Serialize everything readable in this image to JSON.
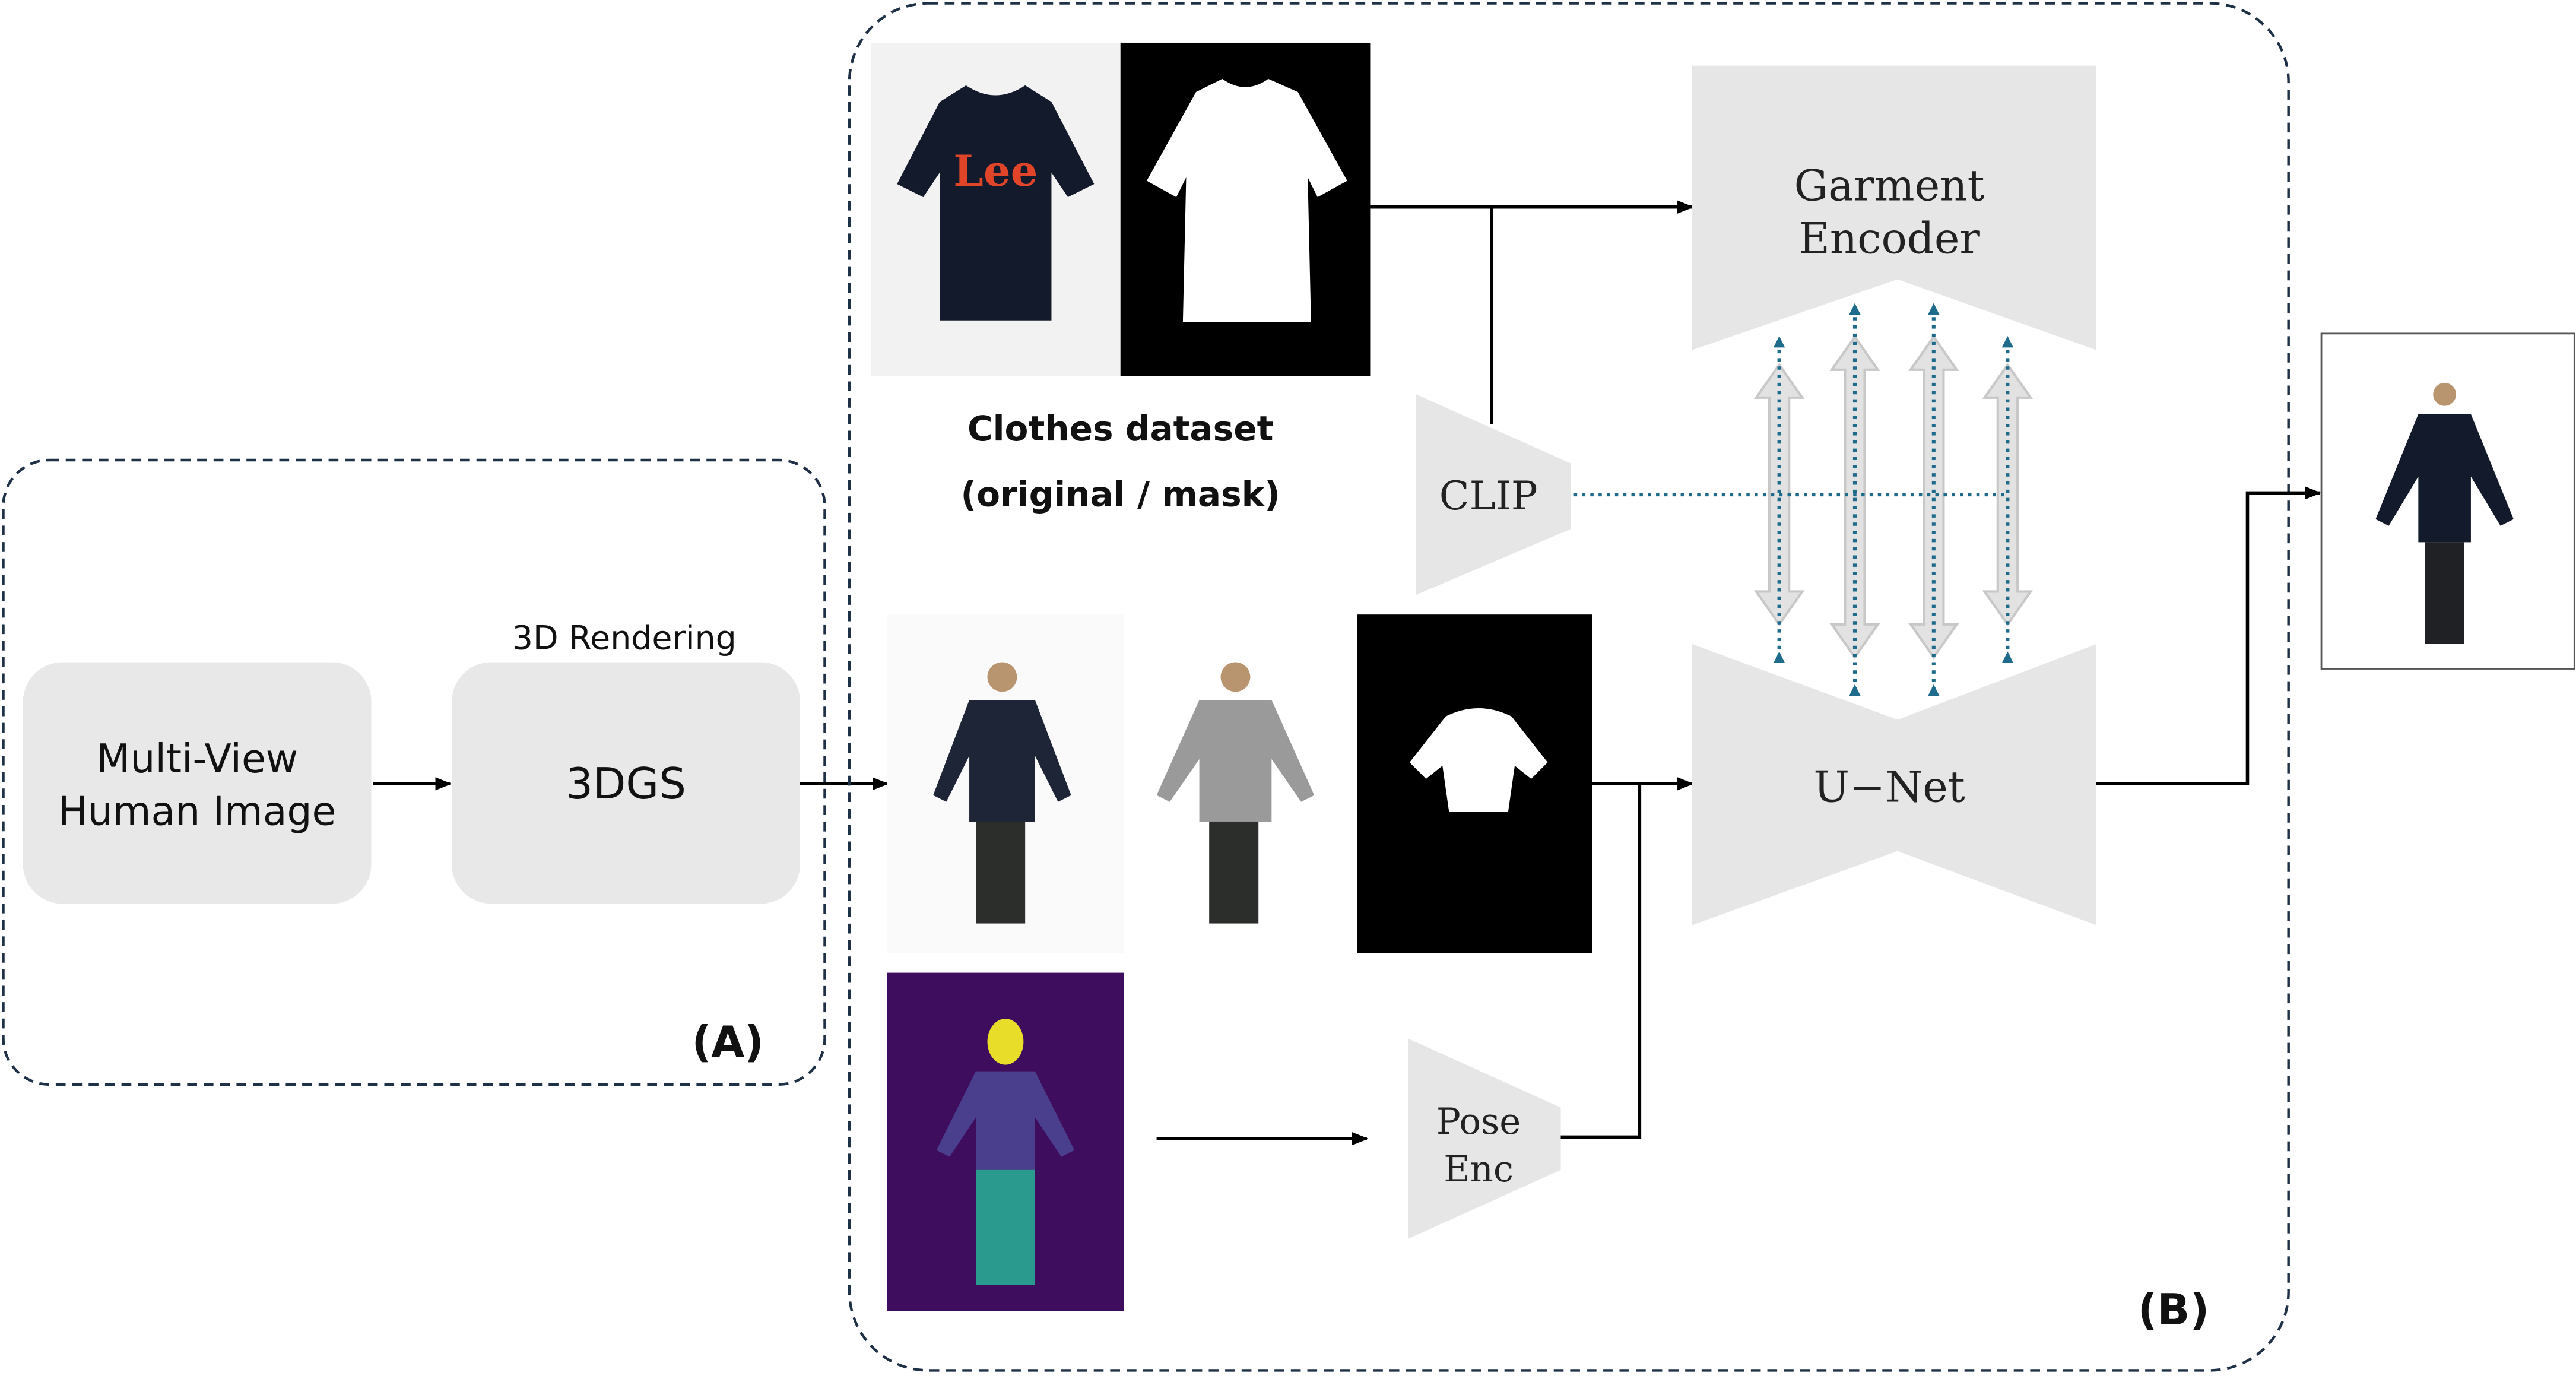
{
  "sections": {
    "a_label": "(A)",
    "b_label": "(B)"
  },
  "nodes": {
    "multi_view_line1": "Multi-View",
    "multi_view_line2": "Human Image",
    "rendering_caption": "3D Rendering",
    "gs": "3DGS",
    "clothes_line1": "Clothes dataset",
    "clothes_line2": "(original / mask)",
    "clip": "CLIP",
    "garment_line1": "Garment",
    "garment_line2": "Encoder",
    "unet": "U−Net",
    "pose_line1": "Pose",
    "pose_line2": "Enc"
  },
  "shirt_logo": "Lee",
  "colors": {
    "node_fill": "#e8e8e8",
    "encoder_fill": "#e6e6e6",
    "dashed_border": "#1f3147",
    "dotted_arrow": "#1f6b8c",
    "arrow": "#000000",
    "shirt": "#131a2b",
    "logo": "#e0452a",
    "densepose_bg": "#3f0d5e"
  }
}
